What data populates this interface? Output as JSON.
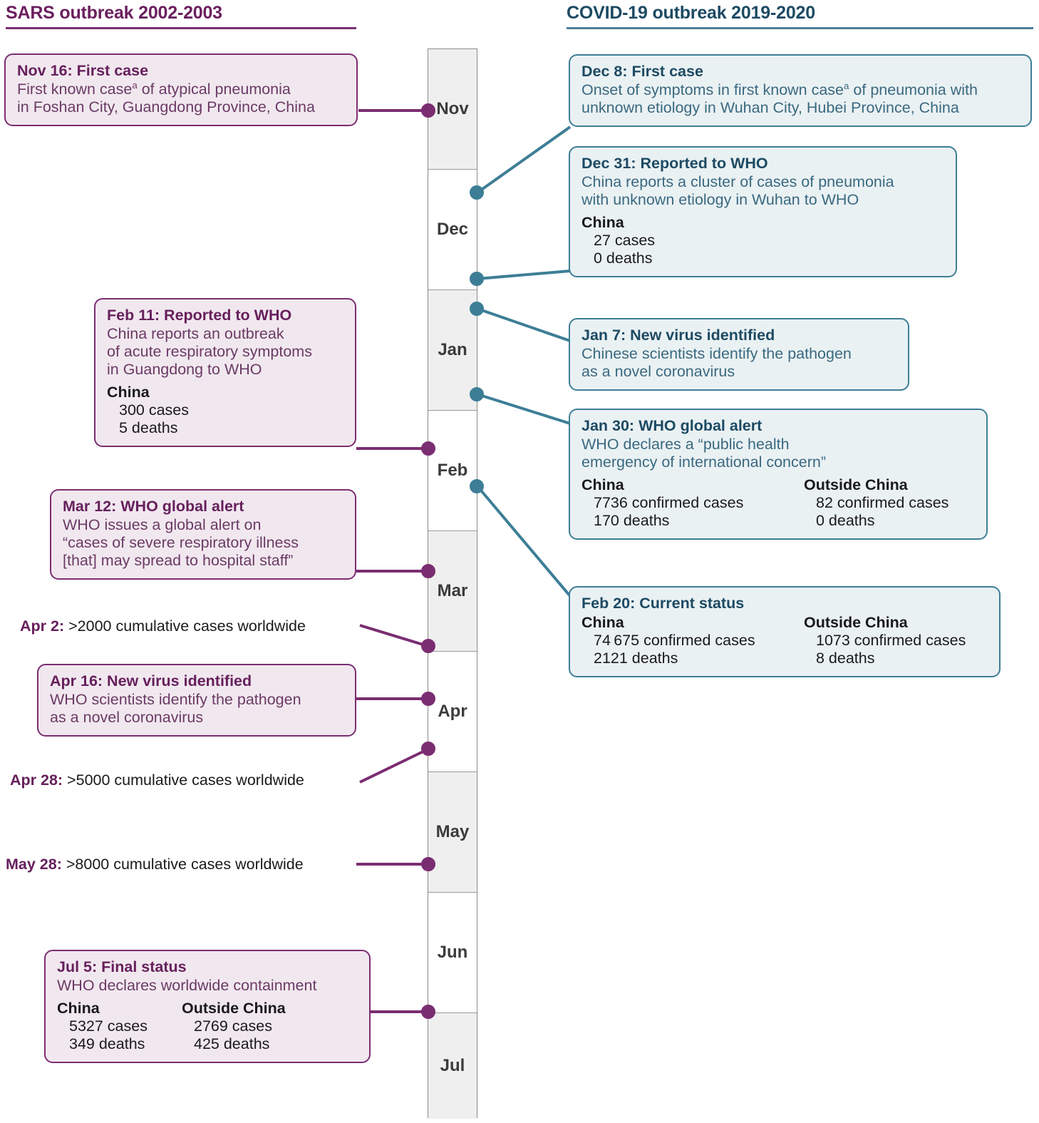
{
  "headers": {
    "left": "SARS outbreak 2002-2003",
    "right": "COVID-19 outbreak 2019-2020"
  },
  "axis": {
    "months": [
      "Nov",
      "Dec",
      "Jan",
      "Feb",
      "Mar",
      "Apr",
      "May",
      "Jun",
      "Jul"
    ]
  },
  "sars": {
    "nov16": {
      "title": "Nov 16: First case",
      "line1_a": "First known case",
      "line1_sup": "a",
      "line1_b": " of atypical pneumonia",
      "line2": "in Foshan City, Guangdong Province, China"
    },
    "feb11": {
      "title": "Feb 11: Reported to WHO",
      "line1": "China reports an outbreak",
      "line2": "of acute respiratory symptoms",
      "line3": "in Guangdong to WHO",
      "china_head": "China",
      "china_cases": "300 cases",
      "china_deaths": "5 deaths"
    },
    "mar12": {
      "title": "Mar 12: WHO global alert",
      "line1": "WHO issues a global alert on",
      "line2": "“cases of severe respiratory illness",
      "line3": "[that] may spread to hospital staff”"
    },
    "apr2": {
      "date": "Apr 2:",
      "text": " >2000 cumulative cases worldwide"
    },
    "apr16": {
      "title": "Apr 16: New virus identified",
      "line1": "WHO scientists identify the pathogen",
      "line2": "as a novel coronavirus"
    },
    "apr28": {
      "date": "Apr 28:",
      "text": " >5000 cumulative cases worldwide"
    },
    "may28": {
      "date": "May 28:",
      "text": " >8000 cumulative cases worldwide"
    },
    "jul5": {
      "title": "Jul 5: Final status",
      "line1": "WHO declares worldwide containment",
      "china_head": "China",
      "china_cases": "5327 cases",
      "china_deaths": "349 deaths",
      "outside_head": "Outside China",
      "outside_cases": "2769 cases",
      "outside_deaths": "425 deaths"
    }
  },
  "covid": {
    "dec8": {
      "title": "Dec 8: First case",
      "line1_a": "Onset of symptoms in first known case",
      "line1_sup": "a",
      "line1_b": " of pneumonia with",
      "line2": "unknown etiology in Wuhan City, Hubei Province, China"
    },
    "dec31": {
      "title": "Dec 31: Reported to WHO",
      "line1": "China reports a cluster of cases of pneumonia",
      "line2": "with unknown etiology in Wuhan to WHO",
      "china_head": "China",
      "china_cases": "27 cases",
      "china_deaths": "0 deaths"
    },
    "jan7": {
      "title": "Jan 7: New virus identified",
      "line1": "Chinese scientists identify the pathogen",
      "line2": "as a novel coronavirus"
    },
    "jan30": {
      "title": "Jan 30: WHO global alert",
      "line1": "WHO declares a “public health",
      "line2": "emergency of international concern”",
      "china_head": "China",
      "china_cases": "7736 confirmed cases",
      "china_deaths": "170 deaths",
      "outside_head": "Outside China",
      "outside_cases": "82 confirmed cases",
      "outside_deaths": "0 deaths"
    },
    "feb20": {
      "title": "Feb 20: Current status",
      "china_head": "China",
      "china_cases": "74 675 confirmed cases",
      "china_deaths": "2121 deaths",
      "outside_head": "Outside China",
      "outside_cases": "1073 confirmed cases",
      "outside_deaths": "8 deaths"
    }
  },
  "colors": {
    "sars_purple": "#7b2d72",
    "sars_text": "#66205c",
    "covid_teal": "#3d7e96",
    "covid_text": "#1d4a63",
    "axis_shade": "#efefef"
  }
}
